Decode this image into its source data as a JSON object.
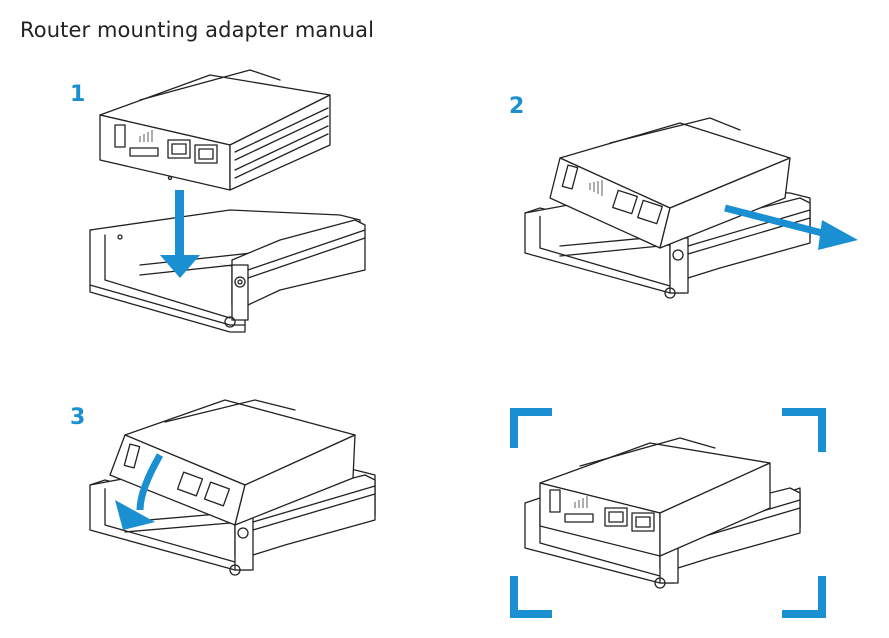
{
  "document": {
    "title": "Router mounting adapter manual"
  },
  "steps": [
    {
      "number": "1"
    },
    {
      "number": "2"
    },
    {
      "number": "3"
    }
  ],
  "colors": {
    "accent": "#1a8fd1",
    "line": "#222222"
  },
  "icons": {
    "step1": "arrow-down-icon",
    "step2": "arrow-right-icon",
    "step3": "arrow-curved-icon",
    "final": "focus-frame-icon"
  }
}
